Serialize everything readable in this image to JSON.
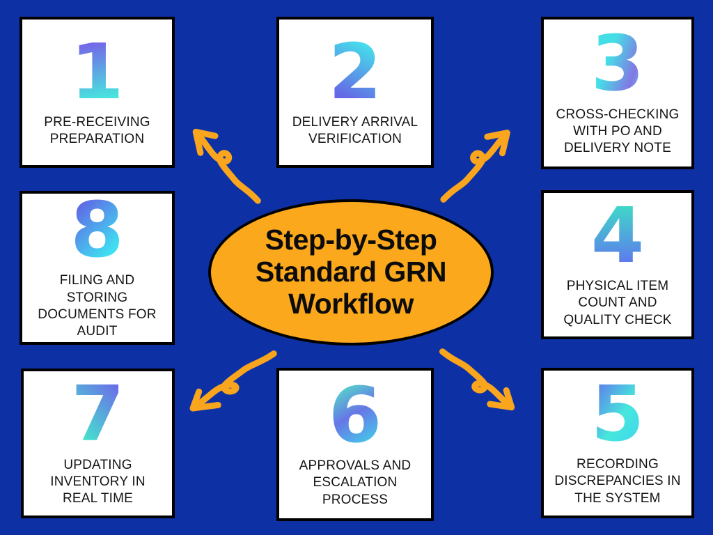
{
  "title": {
    "text": "Step-by-Step\nStandard GRN\nWorkflow"
  },
  "steps": [
    {
      "number": "1",
      "label": "PRE-RECEIVING\nPREPARATION"
    },
    {
      "number": "2",
      "label": "DELIVERY ARRIVAL\nVERIFICATION"
    },
    {
      "number": "3",
      "label": "CROSS-CHECKING\nWITH PO AND\nDELIVERY NOTE"
    },
    {
      "number": "4",
      "label": "PHYSICAL ITEM\nCOUNT AND\nQUALITY CHECK"
    },
    {
      "number": "5",
      "label": "RECORDING\nDISCREPANCIES IN\nTHE SYSTEM"
    },
    {
      "number": "6",
      "label": "APPROVALS AND\nESCALATION\nPROCESS"
    },
    {
      "number": "7",
      "label": "UPDATING\nINVENTORY IN\nREAL TIME"
    },
    {
      "number": "8",
      "label": "FILING AND\nSTORING\nDOCUMENTS FOR\nAUDIT"
    }
  ],
  "arrows": [
    {
      "name": "arrow-up-left-to-step-1"
    },
    {
      "name": "arrow-up-right-to-step-3"
    },
    {
      "name": "arrow-down-left-to-step-7"
    },
    {
      "name": "arrow-down-right-to-step-5"
    }
  ],
  "palette": {
    "background": "#0D31A4",
    "card_background": "#FFFFFF",
    "outline": "#000000",
    "accent_orange": "#FBA81C",
    "number_gradient_cyan": "#45E3E2",
    "number_gradient_blue": "#6B69E7",
    "number_gradient_teal": "#3FD9C7",
    "number_gradient_periwinkle": "#5E7BEE"
  }
}
